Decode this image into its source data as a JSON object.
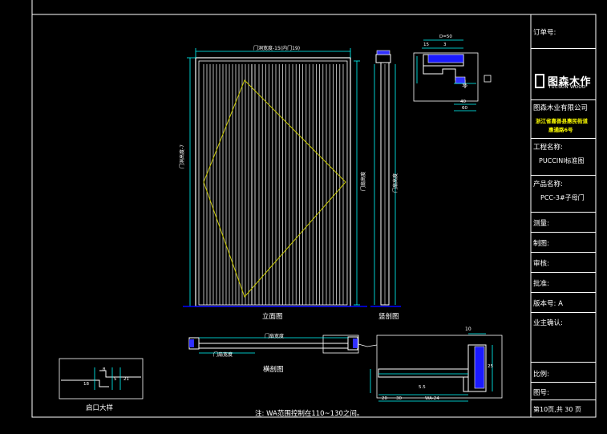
{
  "title_block": {
    "order_no_label": "订单号:",
    "company_name": "图森木业有限公司",
    "brand_cn": "图森木作",
    "brand_en": "TUCSON WOOD",
    "address_line1": "浙江省嘉善县惠民街道",
    "address_line2": "惠通路6号",
    "project_label": "工程名称:",
    "project_value": "PUCCINI标准图",
    "product_label": "产品名称:",
    "product_value": "PCC-3#子母门",
    "measure_label": "测量:",
    "drawn_label": "制图:",
    "review_label": "审核:",
    "approve_label": "批准:",
    "version_label": "版本号: A",
    "owner_confirm_label": "业主确认:",
    "scale_label": "比例:",
    "drawing_no_label": "图号:",
    "page_label": "第10页,共 30 页"
  },
  "views": {
    "elevation_label": "立面图",
    "vertical_section_label": "竖剖图",
    "horizontal_section_label": "横剖图",
    "opening_detail_label": "启口大样"
  },
  "dimensions": {
    "top_width": "门洞宽度-15(内门19)",
    "door_height": "门洞高度-7",
    "leaf_height": "门扇高度",
    "section_height": "门扇高度",
    "h_section_width": "门扇宽度",
    "h_section_inner": "门扇宽度",
    "d50": "D=50",
    "d15": "15",
    "d3": "3",
    "d10": "10",
    "d35": "35",
    "d20": "20",
    "d30": "30",
    "d40": "40",
    "d60": "60",
    "d21": "21",
    "d8": "8",
    "d18": "18",
    "d5": "5",
    "d25": "25",
    "dwa": "WA-24",
    "d55": "5.5"
  },
  "note": "注: WA范围控制在110~130之间。",
  "colors": {
    "frame": "#ffffff",
    "dimension": "#00ffff",
    "pattern": "#ffff00",
    "ground": "#0000ff",
    "hatch": "#3030ff"
  }
}
